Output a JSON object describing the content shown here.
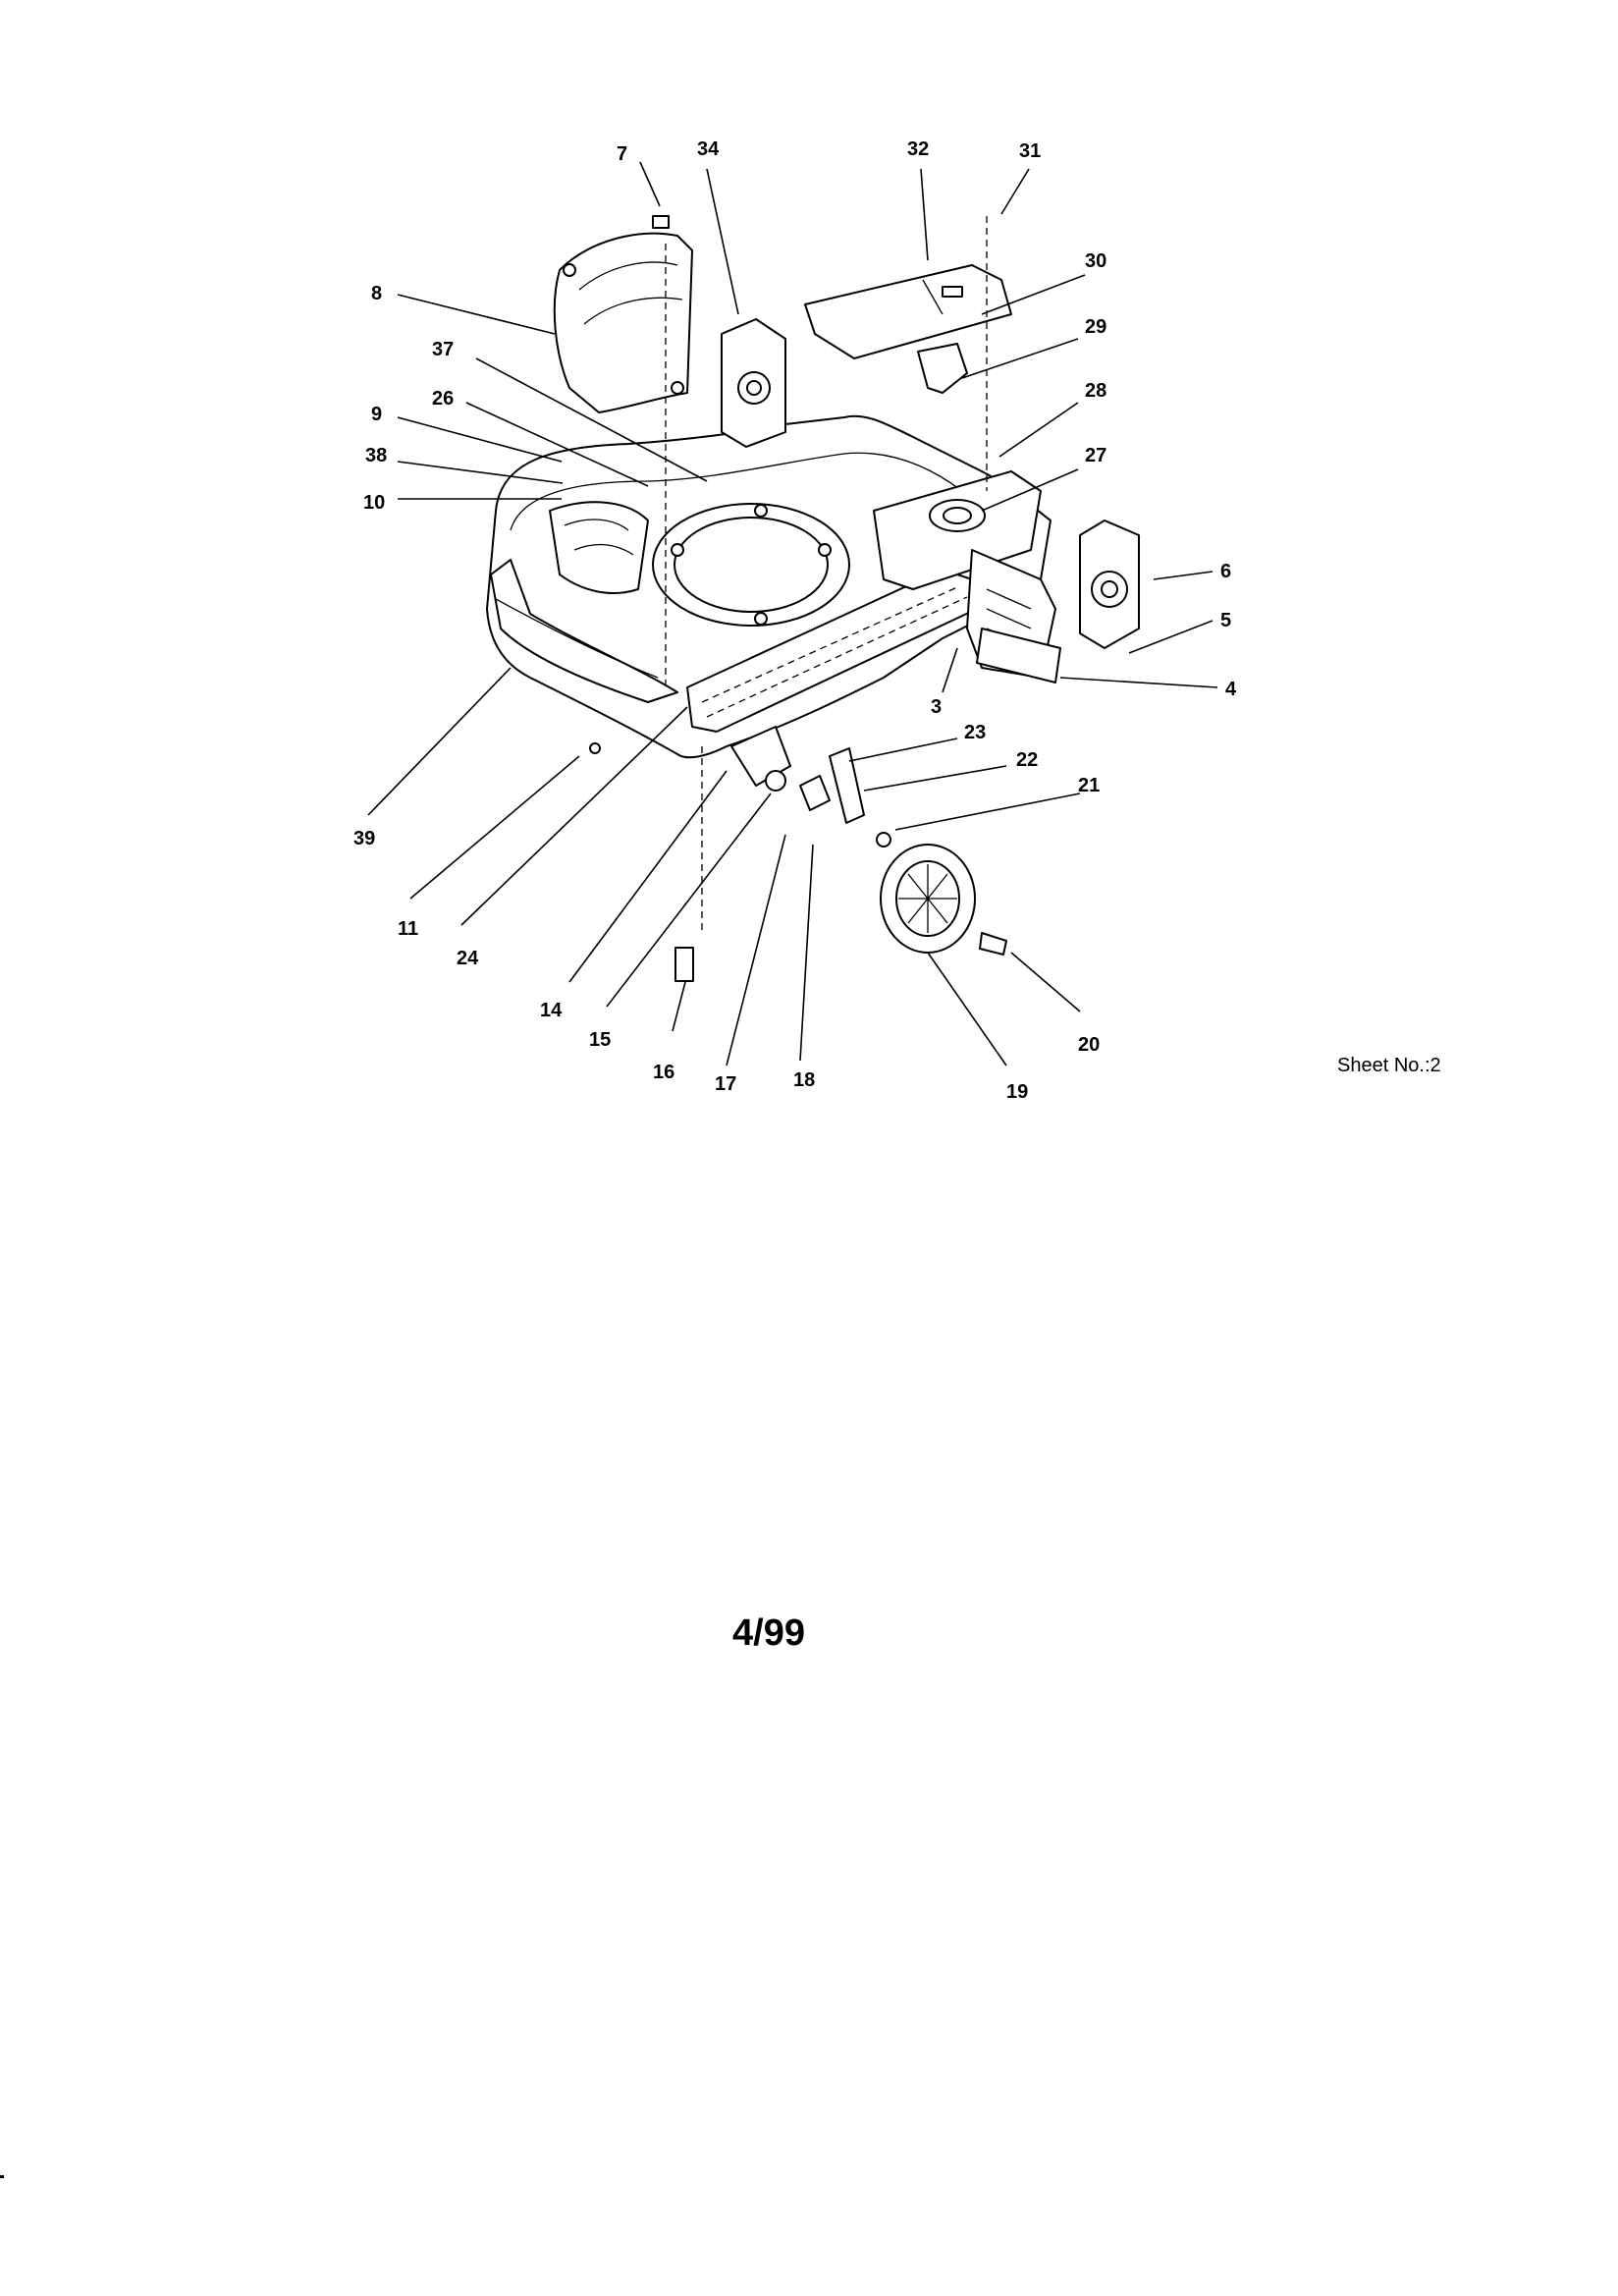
{
  "callouts": [
    "7",
    "34",
    "32",
    "31",
    "30",
    "29",
    "28",
    "27",
    "8",
    "37",
    "26",
    "9",
    "38",
    "10",
    "6",
    "5",
    "4",
    "3",
    "23",
    "22",
    "21",
    "39",
    "11",
    "24",
    "14",
    "15",
    "16",
    "17",
    "18",
    "19",
    "20"
  ],
  "sheet_label": "Sheet No.:2",
  "page_footer": "4/99"
}
